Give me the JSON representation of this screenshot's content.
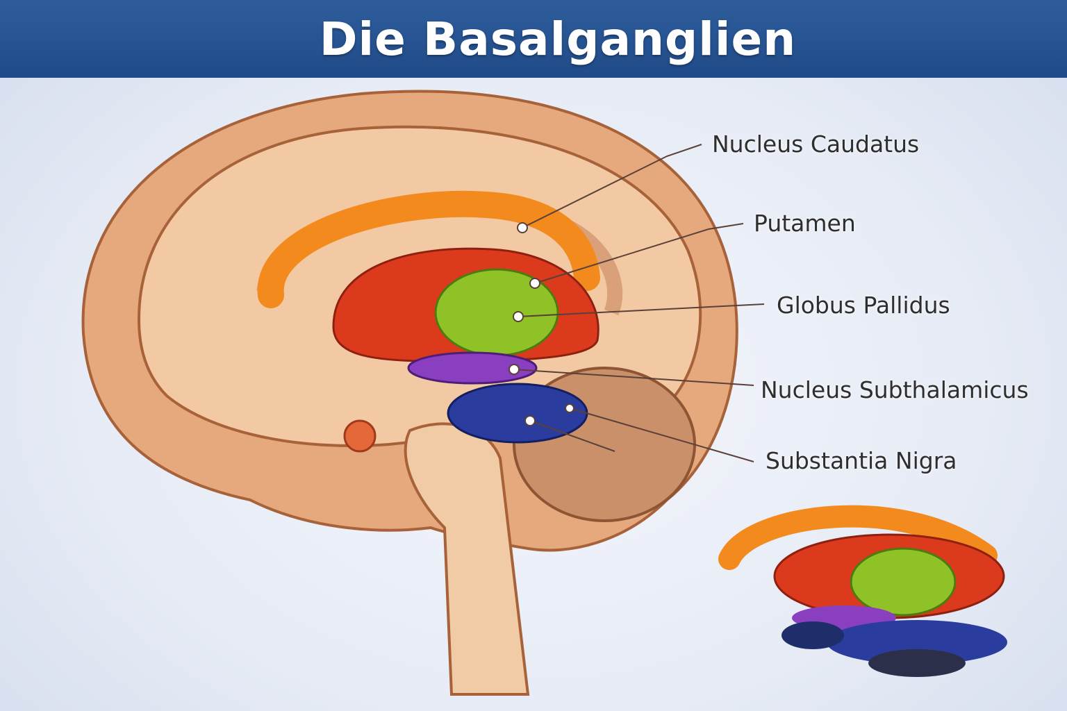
{
  "title": "Die Basalganglien",
  "labels": {
    "caudatus": "Nucleus Caudatus",
    "putamen": "Putamen",
    "pallidus": "Globus Pallidus",
    "subthalamicus": "Nucleus Subthalamicus",
    "nigra": "Substantia Nigra"
  },
  "colors": {
    "caudatus": "#f28a1e",
    "putamen": "#dc3a1c",
    "pallidus": "#8ec227",
    "subthalamicus": "#8a3fc0",
    "nigra": "#2a3d9e",
    "brain": "#e9b48c",
    "header": "#245192"
  }
}
